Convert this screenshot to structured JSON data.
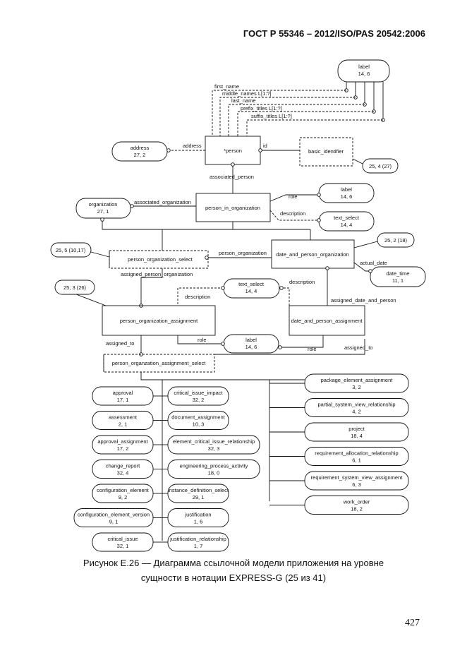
{
  "header": {
    "title": "ГОСТ  Р 55346 – 2012/ISO/PAS 20542:2006"
  },
  "diagram": {
    "entities": {
      "person": "*person",
      "basic_identifier": "basic_identifier",
      "person_in_organization": "person_in_organization",
      "person_organization_select": "person_organization_select",
      "date_and_person_organization": "date_and_person_organization",
      "person_organization_assignment": "person_organization_assignment",
      "date_and_person_assignment": "date_and_person_assignment",
      "person_organization_assignment_select": "person_organzation_assignment_select"
    },
    "refs": {
      "label_top": {
        "name": "label",
        "ref": "14, 6"
      },
      "address": {
        "name": "address",
        "ref": "27, 2"
      },
      "page_25_4": "25, 4 (27)",
      "label_role": {
        "name": "label",
        "ref": "14, 6"
      },
      "text_select_desc": {
        "name": "text_select",
        "ref": "14, 4"
      },
      "organization": {
        "name": "organization",
        "ref": "27, 1"
      },
      "page_25_5": "25, 5 (10,17)",
      "page_25_2": "25, 2 (18)",
      "date_time": {
        "name": "date_time",
        "ref": "11, 1"
      },
      "page_25_3": "25, 3 (26)",
      "text_select_mid": {
        "name": "text_select",
        "ref": "14, 4"
      },
      "label_mid": {
        "name": "label",
        "ref": "14, 6"
      }
    },
    "attributes": {
      "first_name": "first_name",
      "middle_names": "middle_names L[1:?]",
      "last_name": "last_name",
      "prefix_titles": "prefix_titles L[1:?]",
      "suffix_titles": "suffix_titles L[1:?]",
      "address": "address",
      "id": "id",
      "associated_person": "associated_person",
      "role_top": "role",
      "description_top": "description",
      "associated_organization": "associated_organization",
      "person_organization": "person_organization",
      "actual_date": "actual_date",
      "assigned_person_organization": "assigned_person_organization",
      "description_left": "description",
      "description_right": "description",
      "assigned_date_and_person": "assigned_date_and_person",
      "role_left": "role",
      "role_right": "role",
      "assigned_to_left": "assigned_to",
      "assigned_to_right": "assigned_to"
    },
    "select_items_left": [
      {
        "name": "approval",
        "ref": "17, 1"
      },
      {
        "name": "assessment",
        "ref": "2, 1"
      },
      {
        "name": "approval_assignment",
        "ref": "17, 2"
      },
      {
        "name": "change_report",
        "ref": "32, 4"
      },
      {
        "name": "configuration_element",
        "ref": "9, 2"
      },
      {
        "name": "configuration_element_version",
        "ref": "9, 1"
      },
      {
        "name": "critical_issue",
        "ref": "32, 1"
      }
    ],
    "select_items_middle": [
      {
        "name": "critical_issue_impact",
        "ref": "32, 2"
      },
      {
        "name": "document_assignment",
        "ref": "10, 3"
      },
      {
        "name": "element_critical_issue_relationship",
        "ref": "32, 3"
      },
      {
        "name": "engineering_process_activity",
        "ref": "18, 0"
      },
      {
        "name": "instance_definition_select",
        "ref": "29, 1"
      },
      {
        "name": "justification",
        "ref": "1, 6"
      },
      {
        "name": "justification_relationship",
        "ref": "1, 7"
      }
    ],
    "select_items_right": [
      {
        "name": "package_element_assignment",
        "ref": "3, 2"
      },
      {
        "name": "partial_system_view_relationship",
        "ref": "4, 2"
      },
      {
        "name": "project",
        "ref": "18, 4"
      },
      {
        "name": "requirement_allocation_relationship",
        "ref": "6, 1"
      },
      {
        "name": "requirement_system_view_assignment",
        "ref": "6, 3"
      },
      {
        "name": "work_order",
        "ref": "18, 2"
      }
    ]
  },
  "caption": {
    "line1": "Рисунок Е.26 — Диаграмма ссылочной модели приложения на уровне",
    "line2": "сущности в нотации EXPRESS-G (25 из 41)"
  },
  "page_number": "427"
}
